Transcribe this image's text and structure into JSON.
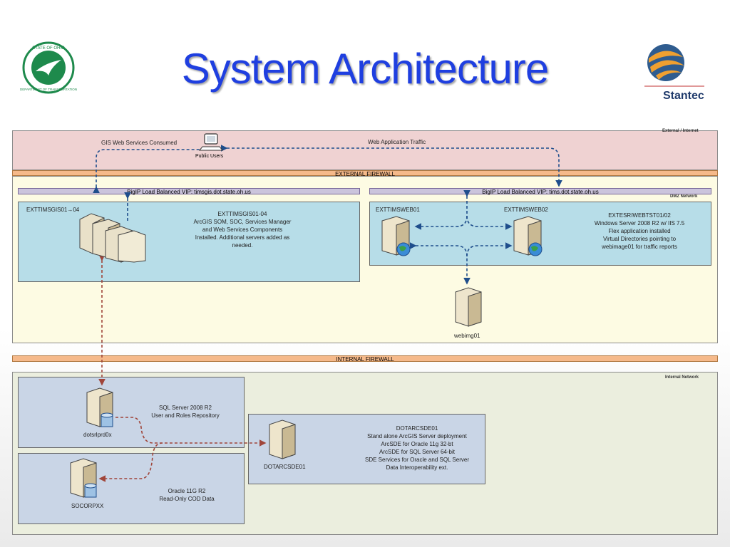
{
  "title": "System Architecture",
  "logos": {
    "odot_top": "STATE OF OHIO",
    "odot_bottom": "DEPARTMENT OF TRANSPORTATION",
    "stantec": "Stantec"
  },
  "zones": {
    "external": "External / Internet",
    "dmz": "DMZ Network",
    "internal": "Internal Network"
  },
  "firewalls": {
    "external": "EXTERNAL FIREWALL",
    "internal": "INTERNAL FIREWALL"
  },
  "traffic": {
    "gis": "GIS Web Services Consumed",
    "web": "Web Application Traffic",
    "public_users": "Public Users"
  },
  "vips": {
    "left": "BigIP Load Balanced VIP: timsgis.dot.state.oh.us",
    "right": "BigIP Load Balanced VIP: tims.dot.state.oh.us"
  },
  "gis_cluster": {
    "label": "EXTTIMSGIS01→04",
    "desc": [
      "EXTTIMSGIS01-04",
      "ArcGIS SOM, SOC, Services Manager",
      "and Web Services Components",
      "Installed. Additional servers added as",
      "needed."
    ]
  },
  "web_servers": {
    "web1": "EXTTIMSWEB01",
    "web2": "EXTTIMSWEB02",
    "desc": [
      "EXTESRIWEBTST01/02",
      "Windows Server 2008 R2 w/ IIS 7.5",
      "Flex application installed",
      "Virtual Directories pointing to",
      "webimage01 for traffic reports"
    ],
    "img": "webimg01"
  },
  "internal": {
    "sql_server": "dotsrlprd0x",
    "sql_desc": [
      "SQL Server 2008 R2",
      "User and Roles Repository"
    ],
    "oracle_server": "SOCORPXX",
    "oracle_desc": [
      "Oracle 11G R2",
      "Read-Only COD Data"
    ],
    "sde_server": "DOTARCSDE01",
    "sde_desc": [
      "DOTARCSDE01",
      "Stand alone ArcGIS Server deployment",
      "ArcSDE for Oracle 11g 32-bt",
      "ArcSDE for SQL Server 64-bit",
      "SDE Services for Oracle and SQL Server",
      "Data Interoperability ext."
    ]
  },
  "colors": {
    "title": "#1f3fe0",
    "external_zone": "#efd2d2",
    "firewall": "#f5b98a",
    "dmz_zone": "#fdfbe3",
    "server_box": "#b7dde8",
    "internal_zone": "#ebeede",
    "internal_box": "#c9d5e6",
    "blue_link": "#1f4e8c",
    "red_link": "#a0453a"
  },
  "icons": [
    "odot-logo-icon",
    "stantec-logo-icon",
    "computer-icon",
    "server-icon",
    "globe-icon",
    "database-icon"
  ]
}
